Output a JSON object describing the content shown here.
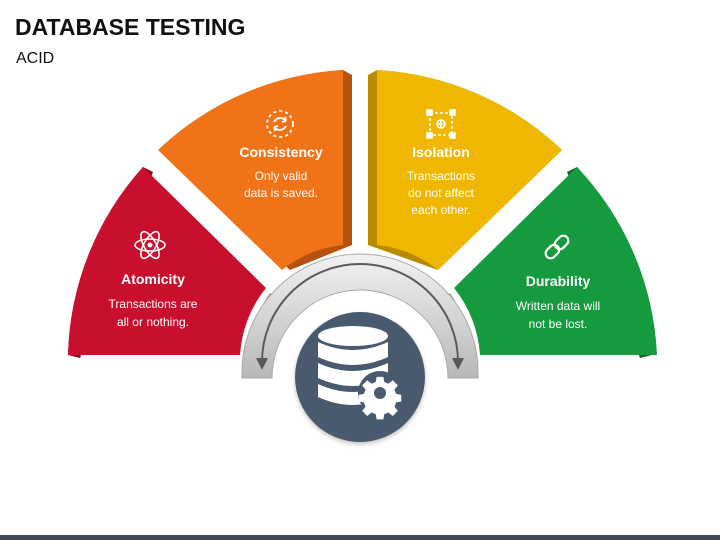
{
  "title": "DATABASE TESTING",
  "subtitle": "ACID",
  "colors": {
    "atomicity": "#c8102e",
    "consistency": "#f07318",
    "isolation": "#f0b700",
    "durability": "#159a3d",
    "hub": "#4a5a6e",
    "bottom_bar": "#3d4b5c"
  },
  "segments": [
    {
      "icon": "atom-icon",
      "title": "Atomicity",
      "desc_line1": "Transactions are",
      "desc_line2": "all or nothing."
    },
    {
      "icon": "cycle-icon",
      "title": "Consistency",
      "desc_line1": "Only valid",
      "desc_line2": "data is saved."
    },
    {
      "icon": "network-icon",
      "title": "Isolation",
      "desc_line1": "Transactions",
      "desc_line2": "do not affect",
      "desc_line3": "each other."
    },
    {
      "icon": "link-icon",
      "title": "Durability",
      "desc_line1": "Written data will",
      "desc_line2": "not be lost."
    }
  ],
  "hub_icon": "database-gear-icon"
}
